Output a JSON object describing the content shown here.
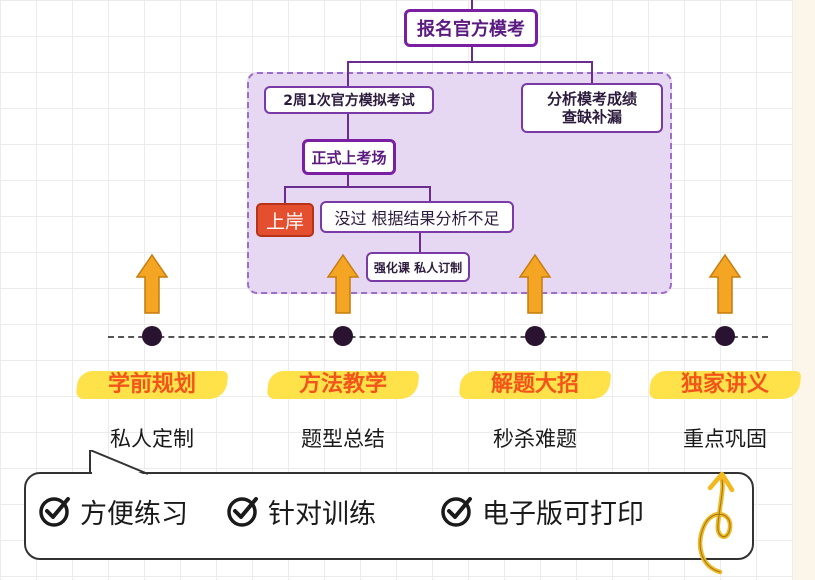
{
  "flowchart": {
    "top": "报名官方模考",
    "left_branch": "2周1次官方模拟考试",
    "right_branch": "分析模考成绩\n查缺补漏",
    "exam": "正式上考场",
    "pass": "上岸",
    "fail": "没过 根据结果分析不足",
    "course": "强化课 私人订制"
  },
  "stages": [
    {
      "title": "学前规划",
      "subtitle": "私人定制"
    },
    {
      "title": "方法教学",
      "subtitle": "题型总结"
    },
    {
      "title": "解题大招",
      "subtitle": "秒杀难题"
    },
    {
      "title": "独家讲义",
      "subtitle": "重点巩固"
    }
  ],
  "features": [
    {
      "icon": "check-circle-icon",
      "label": "方便练习"
    },
    {
      "icon": "check-circle-icon",
      "label": "针对训练"
    },
    {
      "icon": "check-circle-icon",
      "label": "电子版可打印"
    }
  ],
  "colors": {
    "purple_border": "#7a1fa2",
    "purple_area": "#e6d7f2",
    "orange_arrow": "#f5a524",
    "highlight_yellow": "#ffe24a",
    "title_orange": "#f2551b",
    "pass_red": "#e4502f"
  }
}
